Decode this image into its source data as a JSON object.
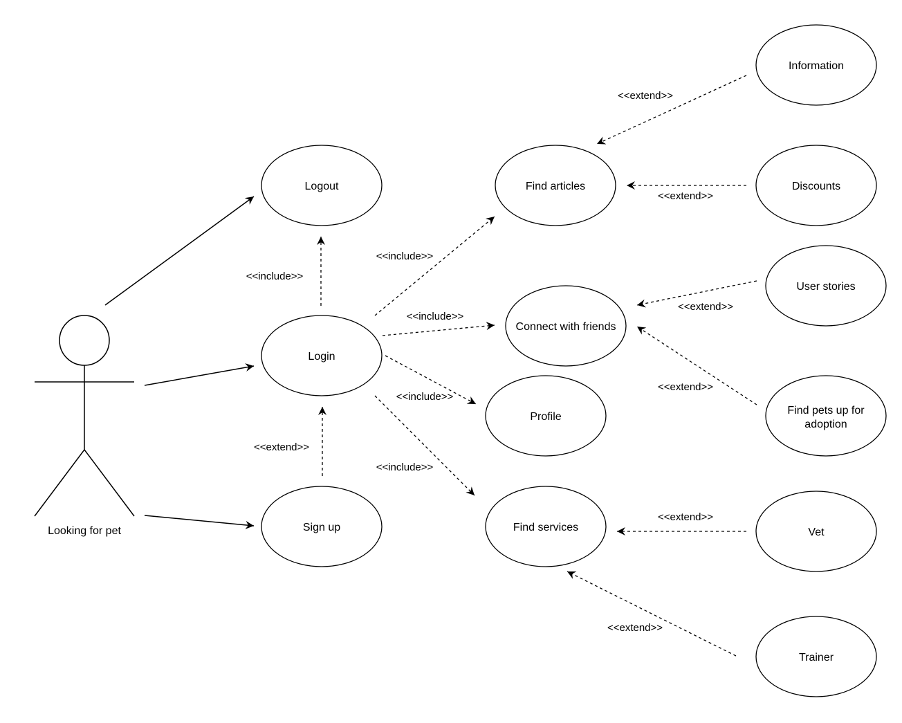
{
  "actor": {
    "label": "Looking for pet"
  },
  "use_cases": {
    "logout": "Logout",
    "login": "Login",
    "sign_up": "Sign up",
    "find_articles": "Find articles",
    "connect_with_friends": "Connect with friends",
    "profile": "Profile",
    "find_services": "Find services",
    "information": "Information",
    "discounts": "Discounts",
    "user_stories": "User stories",
    "find_pets_line1": "Find pets up for",
    "find_pets_line2": "adoption",
    "vet": "Vet",
    "trainer": "Trainer"
  },
  "relations": {
    "include": "<<include>>",
    "extend": "<<extend>>"
  }
}
